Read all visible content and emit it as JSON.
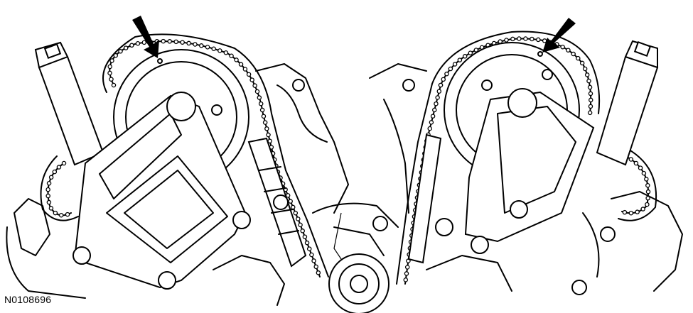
{
  "figure": {
    "id_label": "N0108696",
    "callouts": [
      {
        "name": "left-timing-mark-arrow",
        "side": "left"
      },
      {
        "name": "right-timing-mark-arrow",
        "side": "right"
      }
    ]
  }
}
